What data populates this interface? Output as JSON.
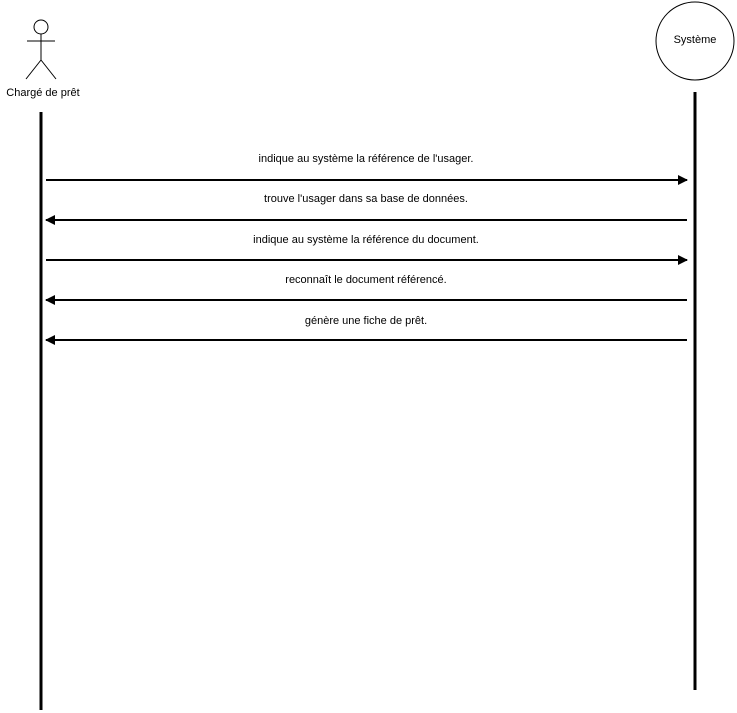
{
  "colors": {
    "stroke": "#000000",
    "background": "#ffffff"
  },
  "participants": {
    "actor": {
      "name": "Chargé de prêt",
      "icon": "stick-figure-actor-icon"
    },
    "system": {
      "name": "Système",
      "icon": "circle-entity-icon"
    }
  },
  "messages": [
    {
      "text": "indique au système la référence de l'usager.",
      "direction": "actor-to-system"
    },
    {
      "text": "trouve l'usager dans sa base de données.",
      "direction": "system-to-actor"
    },
    {
      "text": "indique au système la référence du document.",
      "direction": "actor-to-system"
    },
    {
      "text": "reconnaît le document référencé.",
      "direction": "system-to-actor"
    },
    {
      "text": "génère une fiche de prêt.",
      "direction": "system-to-actor"
    }
  ]
}
